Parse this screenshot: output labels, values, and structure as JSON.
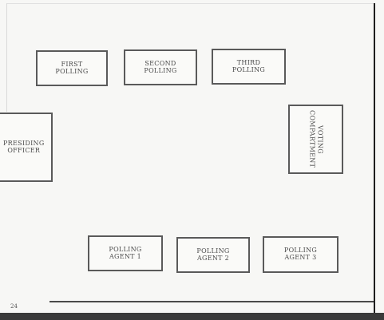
{
  "boxes": {
    "first_polling": "FIRST\nPOLLING",
    "second_polling": "SECOND\nPOLLING",
    "third_polling": "THIRD\nPOLLING",
    "presiding_officer": "PRESIDING\nOFFICER",
    "voting_compartment": "VOTING\nCOMPARTMENT",
    "polling_agent_1": "POLLING\nAGENT 1",
    "polling_agent_2": "POLLING\nAGENT 2",
    "polling_agent_3": "POLLING\nAGENT 3"
  },
  "page_number": "24"
}
